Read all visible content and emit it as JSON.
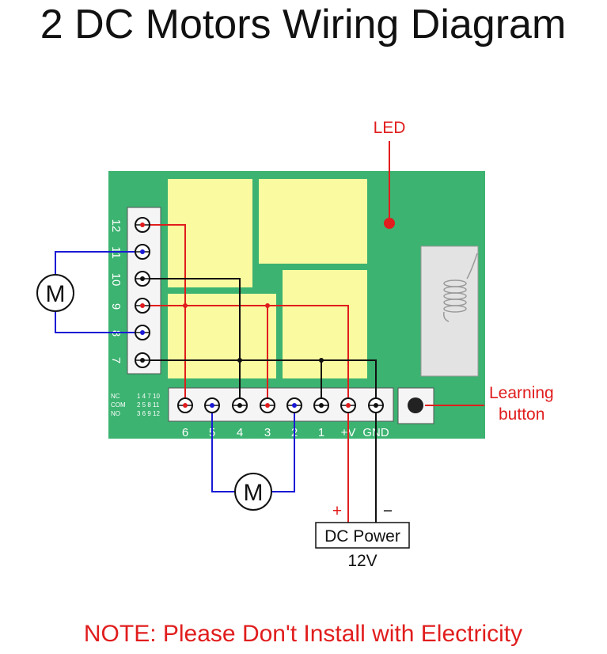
{
  "title": "2 DC Motors Wiring Diagram",
  "note": "NOTE: Please Don't Install with Electricity",
  "labels": {
    "led": "LED",
    "learning_button": [
      "Learning",
      "button"
    ],
    "dc_power": "DC Power",
    "voltage": "12V",
    "plus": "+",
    "minus": "−",
    "motor": "M"
  },
  "side_terminals": [
    "12",
    "11",
    "10",
    "9",
    "8",
    "7"
  ],
  "bottom_terminals": [
    "6",
    "5",
    "4",
    "3",
    "2",
    "1",
    "+V",
    "GND"
  ],
  "relay_legend": {
    "rows": [
      "NC",
      "COM",
      "NO"
    ],
    "values": [
      "1 4 7 10",
      "2 5 8 11",
      "3 6 9 12"
    ]
  },
  "colors": {
    "board": "#3cb371",
    "relay": "#fafaa0",
    "wire_red": "#e11d1d",
    "wire_blue": "#1a1ad6",
    "wire_black": "#111111",
    "text_red": "#e11d1d"
  },
  "icons": [
    "motor-symbol",
    "led-dot",
    "antenna-coil",
    "push-button",
    "screw-terminal"
  ]
}
